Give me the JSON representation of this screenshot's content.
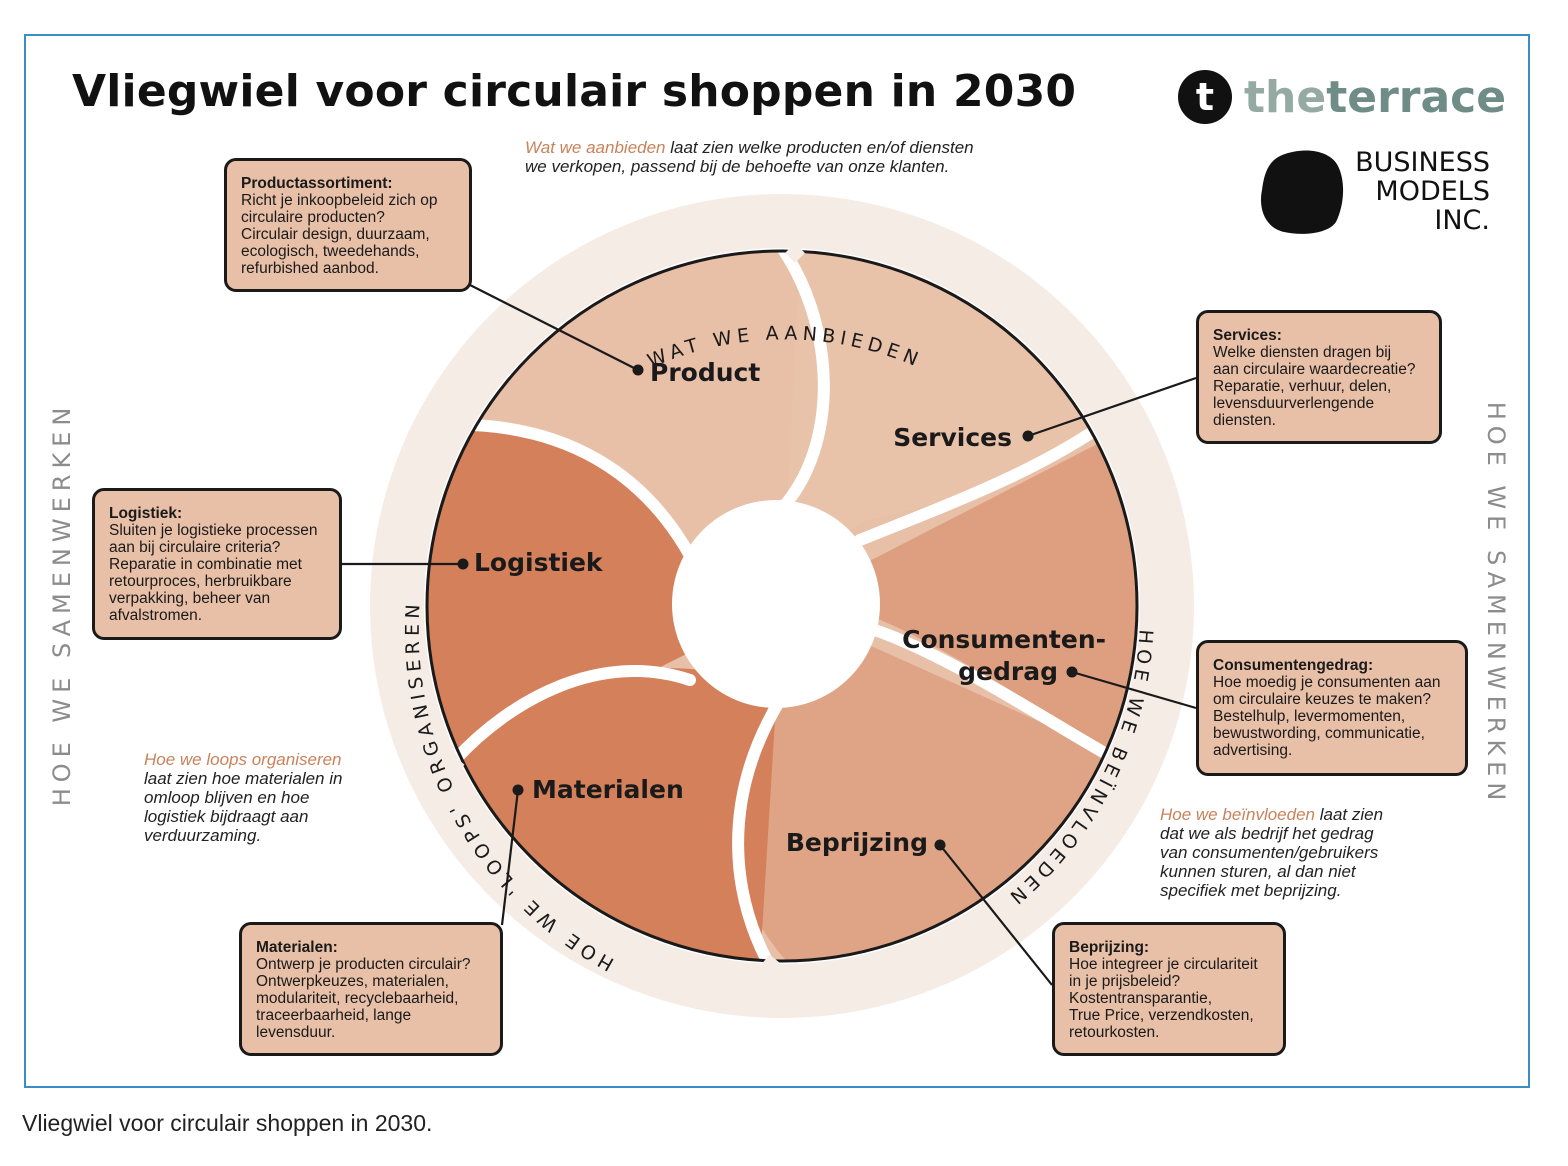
{
  "title": "Vliegwiel voor circulair shoppen in 2030",
  "caption": "Vliegwiel voor circulair shoppen in 2030.",
  "logos": {
    "terrace_mark": "t",
    "terrace_word_1": "the",
    "terrace_word_2": "terrace",
    "bmi_line_1": "BUSINESS",
    "bmi_line_2": "MODELS",
    "bmi_line_3": "INC."
  },
  "side_labels": {
    "left": "HOE WE SAMENWERKEN",
    "right": "HOE WE SAMENWERKEN"
  },
  "ring_labels": {
    "top": "WAT WE AANBIEDEN",
    "right": "HOE WE BEÏNVLOEDEN",
    "left": "HOE WE 'LOOPS' ORGANISEREN"
  },
  "intros": {
    "top_highlight": "Wat we aanbieden",
    "top_rest_1": " laat zien welke producten en/of diensten",
    "top_rest_2": "we verkopen, passend bij de behoefte van onze klanten.",
    "left_highlight": "Hoe we loops organiseren",
    "left_rest": "laat zien hoe materialen in\nomloop blijven en hoe\nlogistiek bijdraagt aan\nverduurzaming.",
    "right_highlight": "Hoe we beïnvloeden",
    "right_rest_1": " laat zien",
    "right_rest_2": "dat we als bedrijf het gedrag\nvan consumenten/gebruikers\nkunnen sturen, al dan niet\nspecifiek met beprijzing."
  },
  "segments": {
    "product": "Product",
    "services": "Services",
    "consumentengedrag_1": "Consumenten-",
    "consumentengedrag_2": "gedrag",
    "beprijzing": "Beprijzing",
    "materialen": "Materialen",
    "logistiek": "Logistiek"
  },
  "boxes": {
    "product": {
      "title": "Productassortiment:",
      "body": "Richt je inkoopbeleid zich op\ncirculaire producten?\nCirculair design, duurzaam,\necologisch, tweedehands,\nrefurbished aanbod."
    },
    "services": {
      "title": "Services:",
      "body": "Welke diensten dragen bij\naan circulaire waardecreatie?\nReparatie, verhuur, delen,\nlevensduurverlengende\ndiensten."
    },
    "logistiek": {
      "title": "Logistiek:",
      "body": "Sluiten je logistieke processen\naan bij circulaire criteria?\nReparatie in combinatie met\nretourproces, herbruikbare\nverpakking, beheer van\nafvalstromen."
    },
    "consumentengedrag": {
      "title": "Consumentengedrag:",
      "body": "Hoe moedig je consumenten aan\nom circulaire keuzes te maken?\nBestelhulp, levermomenten,\nbewustwording, communicatie,\nadvertising."
    },
    "materialen": {
      "title": "Materialen:",
      "body": "Ontwerp je producten circulair?\nOntwerpkeuzes, materialen,\nmodulariteit, recyclebaarheid,\ntraceerbaarheid, lange\nlevensduur."
    },
    "beprijzing": {
      "title": "Beprijzing:",
      "body": "Hoe integreer je circulariteit\nin je prijsbeleid?\nKostentransparantie,\nTrue Price, verzendkosten,\nretourkosten."
    }
  },
  "colors": {
    "frame": "#3b8ec4",
    "light_segment": "#e8bfa7",
    "mid_segment": "#dd9f7f",
    "dark_segment": "#d4805a",
    "ring": "#f6ece6",
    "highlight_text": "#c9825a"
  }
}
